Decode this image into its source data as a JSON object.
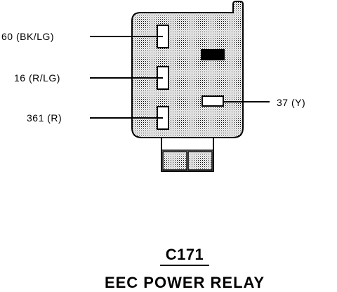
{
  "connector": {
    "id": "C171",
    "name": "EEC POWER RELAY"
  },
  "wires": [
    {
      "label": "60 (BK/LG)"
    },
    {
      "label": "16 (R/LG)"
    },
    {
      "label": "361 (R)"
    },
    {
      "label": "37 (Y)"
    }
  ],
  "colors": {
    "ink": "#000000",
    "background": "#ffffff",
    "housing_stipple": "#000000"
  }
}
